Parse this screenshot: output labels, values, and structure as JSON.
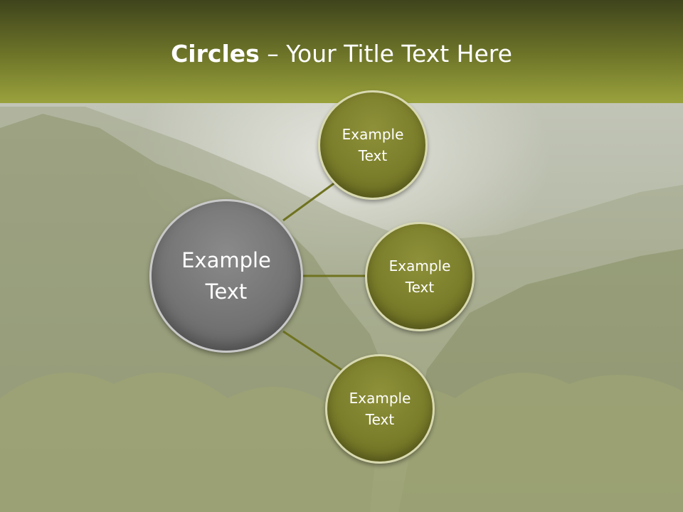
{
  "slide": {
    "title_bold": "Circles",
    "title_rest": " – Your Title Text Here"
  },
  "diagram": {
    "center": {
      "label": "Example\nText"
    },
    "nodes": [
      {
        "label": "Example\nText"
      },
      {
        "label": "Example\nText"
      },
      {
        "label": "Example\nText"
      }
    ]
  },
  "colors": {
    "header_dark": "#3f441c",
    "header_light": "#9aa23d",
    "node_fill": "#7a7d2a",
    "center_fill": "#747474",
    "connector": "#6f7320"
  }
}
